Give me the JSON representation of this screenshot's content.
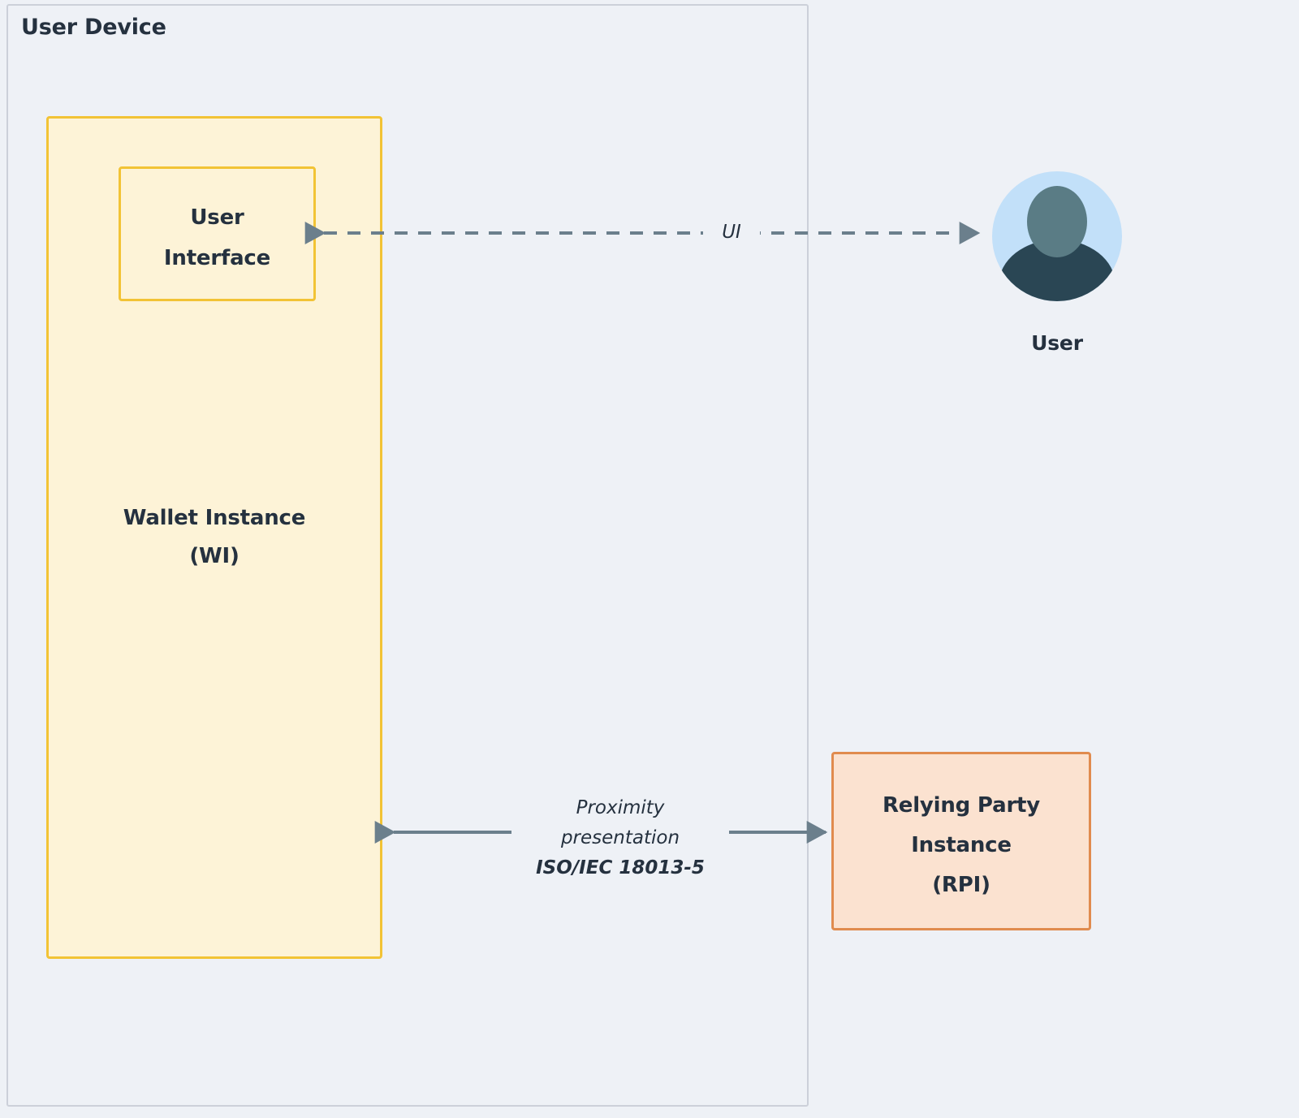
{
  "diagram": {
    "background_color": "#eef1f6",
    "text_color": "#25313f",
    "boundary": {
      "title": "User Device",
      "border_color": "#ccd0d9"
    },
    "nodes": [
      {
        "id": "wallet-instance",
        "label": "Wallet Instance\n(WI)",
        "fill": "#fdf3d7",
        "stroke": "#f2c335"
      },
      {
        "id": "user-interface",
        "label": "User\nInterface",
        "fill": "#fdf3d7",
        "stroke": "#f2c335"
      },
      {
        "id": "relying-party-instance",
        "label": "Relying Party\nInstance\n(RPI)",
        "fill": "#fbe2d0",
        "stroke": "#e08b4e"
      },
      {
        "id": "user",
        "label": "User",
        "avatar_circle_fill": "#c2e0f9",
        "avatar_body_fill": "#2a4654",
        "avatar_head_fill": "#5a7c85"
      }
    ],
    "edges": [
      {
        "id": "ui-edge",
        "label": "UI",
        "style": "dashed",
        "direction": "bidirectional",
        "color": "#6b7f8c",
        "from": "user-interface",
        "to": "user"
      },
      {
        "id": "proximity-edge",
        "label_line_1": "Proximity",
        "label_line_2": "presentation",
        "label_line_3": "ISO/IEC 18013-5",
        "style": "solid",
        "direction": "bidirectional",
        "color": "#6b7f8c",
        "from": "wallet-instance",
        "to": "relying-party-instance"
      }
    ]
  }
}
